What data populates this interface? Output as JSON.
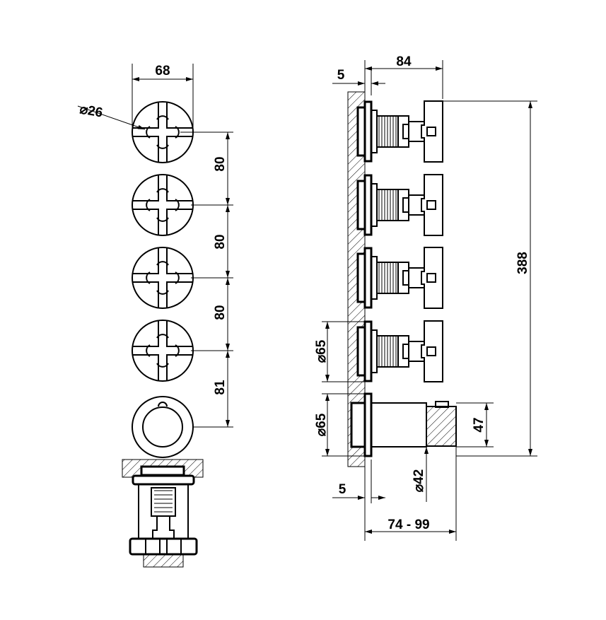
{
  "dimensions": {
    "front_width": "68",
    "handle_diameter": "⌀26",
    "spacing_1": "80",
    "spacing_2": "80",
    "spacing_3": "80",
    "spacing_4": "81",
    "wall_offset_top": "5",
    "projection": "84",
    "total_height": "388",
    "flange_diameter_1": "⌀65",
    "flange_diameter_2": "⌀65",
    "body_height": "47",
    "wall_offset_bottom": "5",
    "body_diameter": "⌀42",
    "depth_range": "74 - 99"
  }
}
